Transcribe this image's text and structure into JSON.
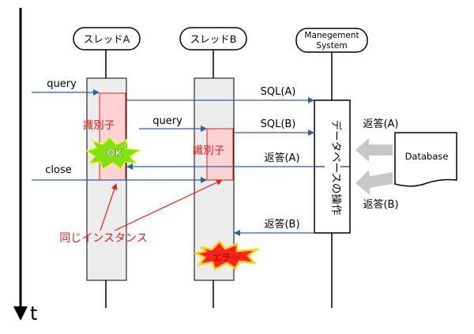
{
  "time_axis": {
    "label": "t"
  },
  "participants": {
    "thread_a": "スレッドA",
    "thread_b": "スレッドB",
    "mgmt_line1": "Manegement",
    "mgmt_line2": "System",
    "database": "Database"
  },
  "messages": {
    "query_a": "query",
    "query_b": "query",
    "close": "close",
    "sql_a": "SQL(A)",
    "sql_b": "SQL(B)",
    "reply_a_left": "返答(A)",
    "reply_b_left": "返答(B)",
    "reply_a_db": "返答(A)",
    "reply_b_db": "返答(B)"
  },
  "labels": {
    "identifier_a": "識別子",
    "identifier_b": "識別子",
    "db_operation": "データベースの操作",
    "ok": "OK",
    "error": "エラー",
    "same_instance": "同じインスタンス"
  },
  "colors": {
    "arrow": "#2e5fa0",
    "red": "#e0201f",
    "ok_fill": "#84e010",
    "error_fill": "#ff2020",
    "id_box": "#ffd3d3",
    "activation": "#ececec",
    "grey_arrow": "#c8c8c8"
  }
}
